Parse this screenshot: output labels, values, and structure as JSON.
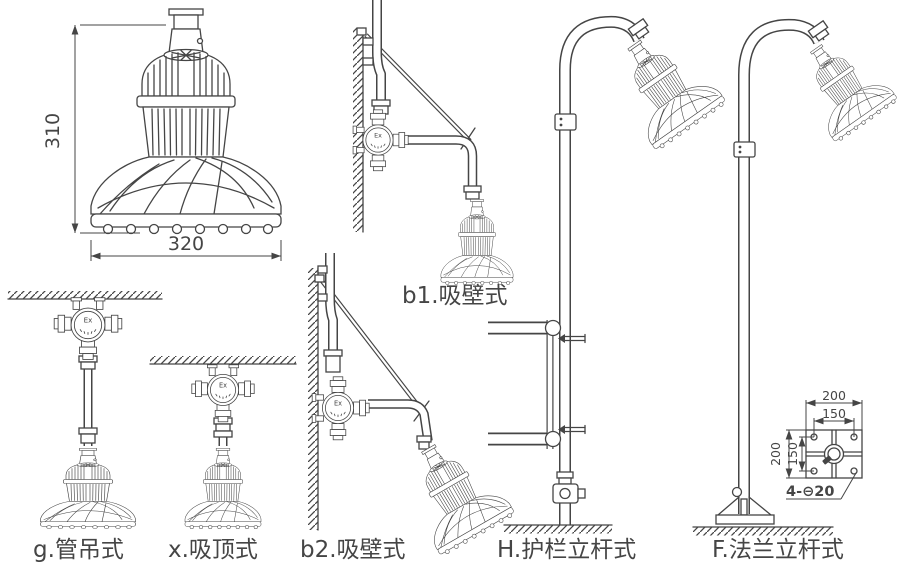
{
  "diagram": {
    "background_color": "#ffffff",
    "line_color": "#454545",
    "front_view": {
      "height_dim": "310",
      "width_dim": "320"
    },
    "junction_box": {
      "ex_label": "Ex"
    },
    "figures": {
      "b1": {
        "label": "b1.吸壁式"
      },
      "g": {
        "label": "g.管吊式"
      },
      "x": {
        "label": "x.吸顶式"
      },
      "b2": {
        "label": "b2.吸壁式"
      },
      "h": {
        "label": "H.护栏立杆式"
      },
      "f": {
        "label": "F.法兰立杆式"
      }
    },
    "flange_detail": {
      "outer_width": "200",
      "hole_pitch_width": "150",
      "outer_height": "200",
      "hole_pitch_height": "150",
      "holes_label": "4-⊖20"
    }
  }
}
